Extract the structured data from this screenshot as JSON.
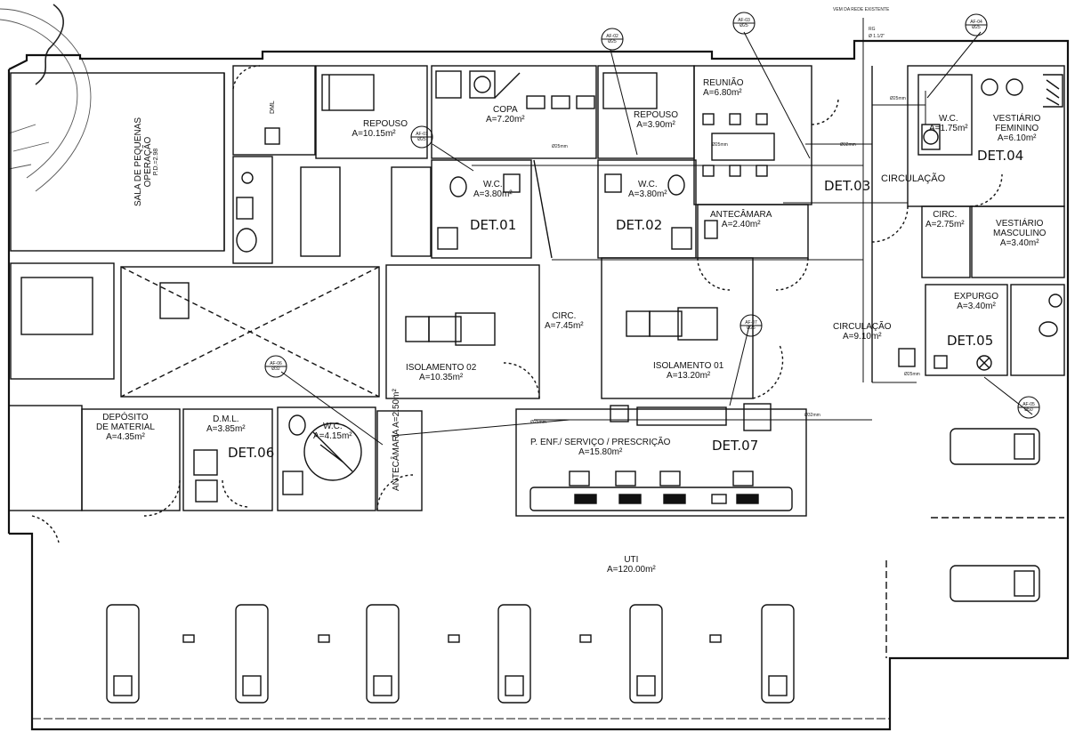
{
  "rooms": {
    "sala_pequenas": {
      "line1": "SALA DE PEQUENAS",
      "line2": "OPERAÇÃO",
      "line3": "P.D.=2.98"
    },
    "dml_closet": {
      "label": "DML"
    },
    "repouso1": {
      "name": "REPOUSO",
      "area": "A=10.15m²"
    },
    "copa": {
      "name": "COPA",
      "area": "A=7.20m²"
    },
    "repouso2": {
      "name": "REPOUSO",
      "area": "A=3.90m²"
    },
    "reuniao": {
      "name": "REUNIÃO",
      "area": "A=6.80m²"
    },
    "wc_fem": {
      "name": "W.C.",
      "area": "A=1.75m²"
    },
    "vest_fem": {
      "line1": "VESTIÁRIO",
      "line2": "FEMININO",
      "area": "A=6.10m²"
    },
    "wc1": {
      "name": "W.C.",
      "area": "A=3.80m²"
    },
    "wc2": {
      "name": "W.C.",
      "area": "A=3.80m²"
    },
    "circulacao_top": {
      "name": "CIRCULAÇÃO"
    },
    "antecamara1": {
      "name": "ANTECÂMARA",
      "area": "A=2.40m²"
    },
    "circ_small": {
      "name": "CIRC.",
      "area": "A=2.75m²"
    },
    "vest_masc": {
      "line1": "VESTIÁRIO",
      "line2": "MASCULINO",
      "area": "A=3.40m²"
    },
    "circ_mid": {
      "name": "CIRC.",
      "area": "A=7.45m²"
    },
    "expurgo": {
      "name": "EXPURGO",
      "area": "A=3.40m²"
    },
    "circulacao_main": {
      "name": "CIRCULAÇÃO",
      "area": "A=9.10m²"
    },
    "isolamento2": {
      "name": "ISOLAMENTO 02",
      "area": "A=10.35m²"
    },
    "isolamento1": {
      "name": "ISOLAMENTO 01",
      "area": "A=13.20m²"
    },
    "deposito": {
      "line1": "DEPÓSITO",
      "line2": "DE MATERIAL",
      "area": "A=4.35m²"
    },
    "dml": {
      "name": "D.M.L.",
      "area": "A=3.85m²"
    },
    "wc3": {
      "name": "W.C.",
      "area": "A=4.15m²"
    },
    "antecamara2": {
      "name": "ANTECÂMARA",
      "area": "A=2.50m²"
    },
    "posto": {
      "name": "P. ENF./ SERVIÇO / PRESCRIÇÃO",
      "area": "A=15.80m²"
    },
    "uti": {
      "name": "UTI",
      "area": "A=120.00m²"
    }
  },
  "details": {
    "det01": "DET.01",
    "det02": "DET.02",
    "det03": "DET.03",
    "det04": "DET.04",
    "det05": "DET.05",
    "det06": "DET.06",
    "det07": "DET.07"
  },
  "tags": {
    "af01": {
      "code": "AF-01",
      "sub": "Ø25"
    },
    "af02": {
      "code": "AF-02",
      "sub": "Ø25"
    },
    "af03": {
      "code": "AF-03",
      "sub": "Ø25"
    },
    "af04": {
      "code": "AF-04",
      "sub": "Ø25"
    },
    "af05": {
      "code": "AF-05",
      "sub": "Ø50"
    },
    "af06": {
      "code": "AF-06",
      "sub": "Ø32"
    },
    "af07": {
      "code": "AF-07",
      "sub": "Ø25"
    }
  },
  "notes": {
    "rede": "VEM DA REDE EXISTENTE",
    "riser_top": "RG",
    "riser_bottom": "Ø 1.1/2\"",
    "pipe_a": "Ø25mm",
    "pipe_b": "Ø25mm",
    "pipe_c": "Ø32mm",
    "pipe_d": "Ø25mm",
    "pipe_e": "Ø32mm",
    "pipe_f": "Ø25mm",
    "pipe_g": "Ø25mm"
  },
  "colors": {
    "line": "#111111",
    "paper": "#ffffff",
    "stamp": "#555555"
  }
}
